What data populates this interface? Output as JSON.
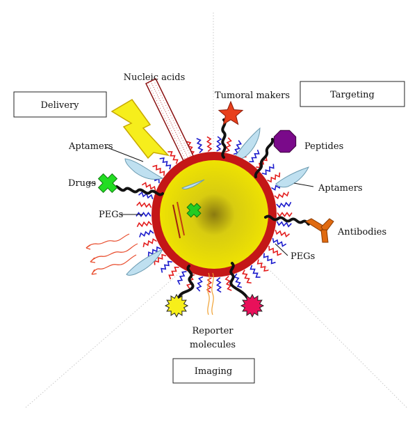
{
  "categories": {
    "delivery": "Delivery",
    "targeting": "Targeting",
    "imaging": "Imaging"
  },
  "labels": {
    "nucleic_acids": "Nucleic acids",
    "tumoral_makers": "Tumoral makers",
    "peptides": "Peptides",
    "aptamers_left": "Aptamers",
    "aptamers_right": "Aptamers",
    "drugs": "Drugs",
    "pegs_left": "PEGs",
    "pegs_right": "PEGs",
    "antibodies": "Antibodies",
    "reporter_line1": "Reporter",
    "reporter_line2": "molecules"
  },
  "colors": {
    "core": "#f2e600",
    "shell": "#c41717",
    "drug": "#22cc22",
    "peptide": "#7a0a8a",
    "tumoral_marker": "#e8401c",
    "antibody": "#e06a10",
    "reporter_yellow": "#f7ef1a",
    "reporter_pink": "#e8105a",
    "aptamer": "#bfe0f0",
    "peg_red": "#e31c1c",
    "peg_blue": "#1a1acc"
  },
  "icons": [
    "lightning-bolt-icon",
    "star-icon",
    "octagon-icon",
    "cross-icon",
    "antibody-y-icon",
    "starburst-icon",
    "wavy-arrow-icon"
  ]
}
